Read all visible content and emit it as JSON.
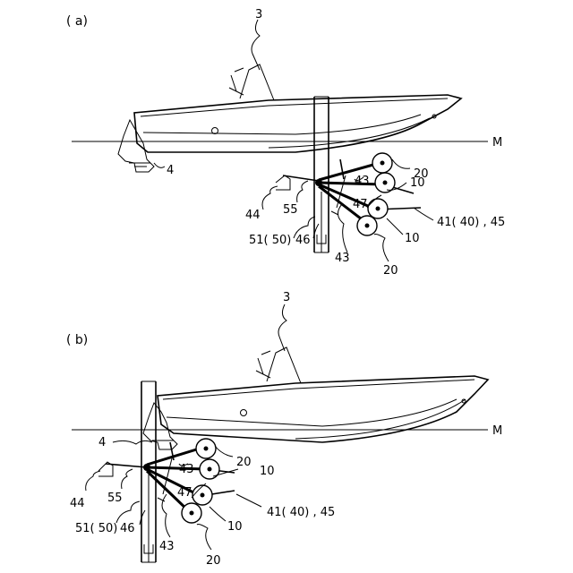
{
  "panel_a": {
    "title": "( a)",
    "labels": {
      "boat": "3",
      "motor": "4",
      "waterline": "M",
      "wheel_upper": "20",
      "wheel_lower": "20",
      "arm_upper": "43",
      "arm_lower": "43",
      "shaft_upper": "10",
      "shaft_lower": "10",
      "link": "47",
      "assembly": "41( 40) , 45",
      "bracket": "44",
      "joint": "55",
      "rail": "51( 50)",
      "base": "46"
    }
  },
  "panel_b": {
    "title": "( b)",
    "labels": {
      "boat": "3",
      "motor": "4",
      "waterline": "M",
      "wheel_upper": "20",
      "wheel_lower": "20",
      "arm_upper": "43",
      "arm_lower": "43",
      "shaft_upper": "10",
      "shaft_lower": "10",
      "link": "47",
      "assembly": "41( 40) , 45",
      "bracket": "44",
      "joint": "55",
      "rail": "51( 50)",
      "base": "46"
    }
  }
}
